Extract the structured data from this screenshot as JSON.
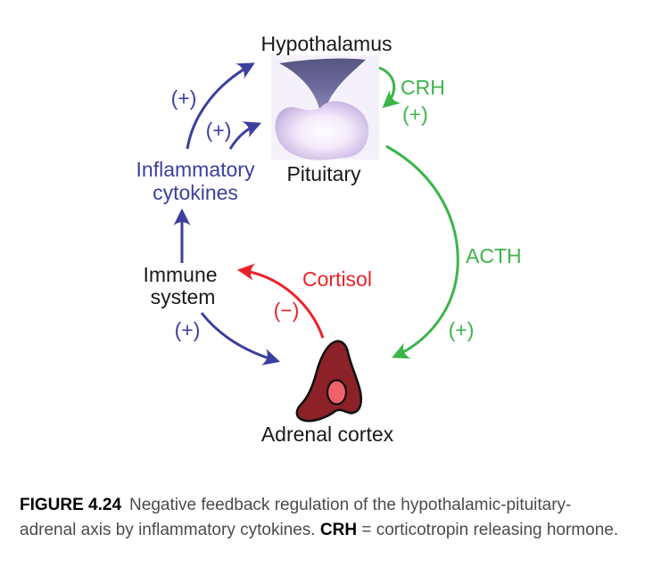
{
  "figure": {
    "nodes": {
      "hypothalamus": "Hypothalamus",
      "pituitary": "Pituitary",
      "inflammatory_line1": "Inflammatory",
      "inflammatory_line2": "cytokines",
      "immune_line1": "Immune",
      "immune_line2": "system",
      "adrenal_cortex": "Adrenal cortex"
    },
    "signals": {
      "crh": "CRH",
      "crh_sign": "(+)",
      "acth": "ACTH",
      "acth_sign": "(+)",
      "cortisol": "Cortisol",
      "cortisol_sign": "(−)",
      "cytokines_to_hypothalamus_sign": "(+)",
      "cytokines_to_pituitary_sign": "(+)",
      "immune_to_adrenal_sign": "(+)"
    },
    "colors": {
      "stimulation_blue": "#3B3F9E",
      "hormone_green": "#3BB54A",
      "inhibition_red": "#E9232B",
      "adrenal_fill": "#8C2127",
      "adrenal_nucleus": "#F0626B",
      "label_black": "#1A1A1A"
    }
  },
  "caption": {
    "label": "FIGURE 4.24",
    "body": "Negative feedback regulation of the hypothalamic-pituitary-adrenal axis by inflammatory cytokines. ",
    "abbr": "CRH",
    "abbr_def": " = corticotropin releasing hormone."
  }
}
